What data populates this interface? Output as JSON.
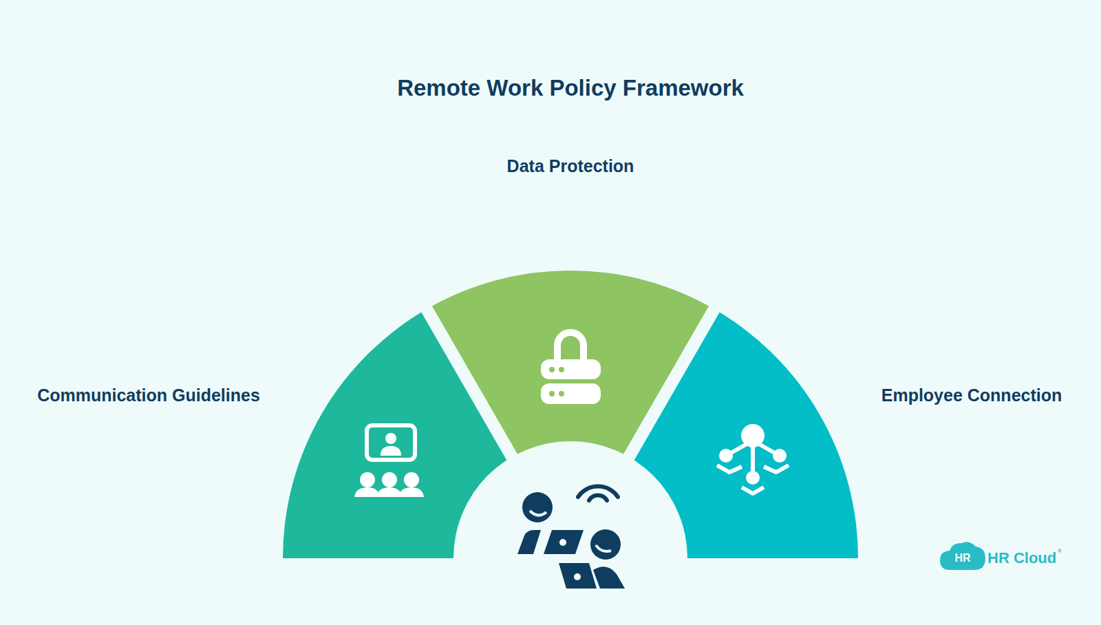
{
  "diagram": {
    "title": "Remote Work Policy Framework",
    "labels": [
      "Data Protection",
      "Communication Guidelines",
      "Employee Connection",
      "HR",
      "HR Cloud",
      "®"
    ]
  }
}
